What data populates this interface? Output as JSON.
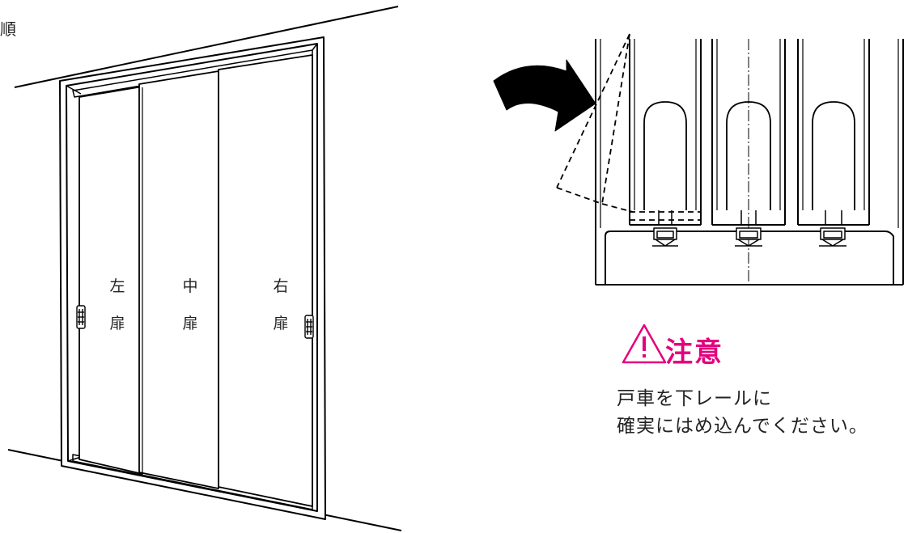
{
  "header": {
    "partial_title": "順"
  },
  "doors": {
    "left": {
      "char1": "左",
      "char2": "扉"
    },
    "center": {
      "char1": "中",
      "char2": "扉"
    },
    "right": {
      "char1": "右",
      "char2": "扉"
    }
  },
  "caution": {
    "title": "注意",
    "icon": "warning-triangle-icon",
    "color": "#e4007f",
    "line1": "戸車を下レールに",
    "line2": "確実にはめ込んでください。"
  }
}
